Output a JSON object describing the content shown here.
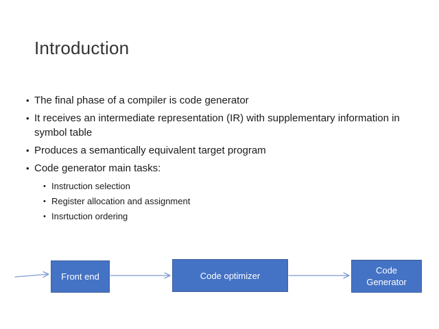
{
  "slide": {
    "title": "Introduction",
    "bullet_char": "•",
    "bullets": [
      {
        "text": "The final phase of a compiler is code generator"
      },
      {
        "text": "It receives an intermediate representation (IR) with supplementary information in symbol table"
      },
      {
        "text": "Produces a semantically equivalent target program"
      },
      {
        "text": "Code generator main tasks:"
      }
    ],
    "sub_bullets": [
      "Instruction selection",
      "Register allocation and assignment",
      "Insrtuction ordering"
    ],
    "diagram": {
      "boxes": [
        {
          "label": "Front end"
        },
        {
          "label": "Code optimizer"
        },
        {
          "label": "Code Generator"
        }
      ]
    },
    "colors": {
      "background": "#FFFFFF",
      "title_text": "#333333",
      "body_text": "#1A1A1A",
      "box_fill": "#4472C4",
      "box_border": "#40619F",
      "box_text": "#FFFFFF",
      "arrow": "#7E9BD0"
    }
  }
}
